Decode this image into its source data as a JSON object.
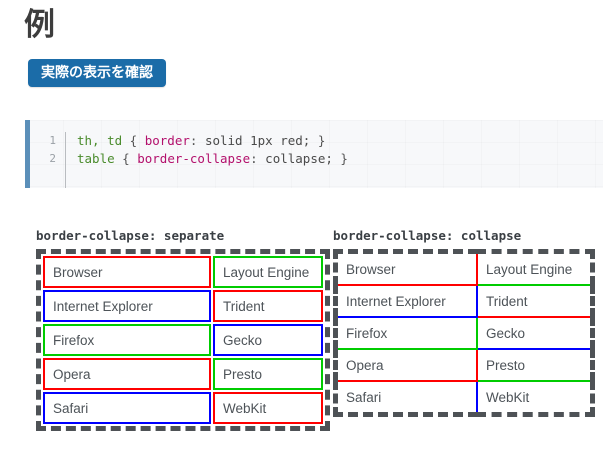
{
  "page": {
    "title": "例"
  },
  "button": {
    "label": "実際の表示を確認"
  },
  "code": {
    "language": "css",
    "line_numbers": [
      "1",
      "2"
    ],
    "lines": [
      {
        "number": "1",
        "selector": "th, td",
        "open_brace": " { ",
        "property": "border",
        "colon": ": ",
        "value": "solid 1px red;",
        "close_brace": " }",
        "full": "th, td { border: solid 1px red; }"
      },
      {
        "number": "2",
        "selector": "table",
        "open_brace": " { ",
        "property": "border-collapse",
        "colon": ": ",
        "value": "collapse;",
        "close_brace": " }",
        "full": "table { border-collapse: collapse; }"
      }
    ],
    "colors": {
      "gutter_bar": "#5b8fb9",
      "background": "#f7f8fa",
      "selector": "#4a8b2c",
      "property": "#b3106c",
      "punctuation": "#555555",
      "line_number": "#9aa0a6"
    }
  },
  "demos": [
    {
      "id": "separate",
      "caption": "border-collapse: separate",
      "table": {
        "border_style": "5px dashed #4e5256",
        "rows": [
          {
            "cells": [
              {
                "text": "Browser",
                "border_color": "red"
              },
              {
                "text": "Layout Engine",
                "border_color": "green"
              }
            ]
          },
          {
            "cells": [
              {
                "text": "Internet Explorer",
                "border_color": "blue"
              },
              {
                "text": "Trident",
                "border_color": "red"
              }
            ]
          },
          {
            "cells": [
              {
                "text": "Firefox",
                "border_color": "green"
              },
              {
                "text": "Gecko",
                "border_color": "blue"
              }
            ]
          },
          {
            "cells": [
              {
                "text": "Opera",
                "border_color": "red"
              },
              {
                "text": "Presto",
                "border_color": "green"
              }
            ]
          },
          {
            "cells": [
              {
                "text": "Safari",
                "border_color": "blue"
              },
              {
                "text": "WebKit",
                "border_color": "red"
              }
            ]
          }
        ]
      }
    },
    {
      "id": "collapse",
      "caption": "border-collapse: collapse",
      "table": {
        "border_style": "5px dashed #4e5256",
        "rows": [
          {
            "cells": [
              {
                "text": "Browser",
                "border_color": "red"
              },
              {
                "text": "Layout Engine",
                "border_color": "green"
              }
            ]
          },
          {
            "cells": [
              {
                "text": "Internet Explorer",
                "border_color": "blue"
              },
              {
                "text": "Trident",
                "border_color": "red"
              }
            ]
          },
          {
            "cells": [
              {
                "text": "Firefox",
                "border_color": "green"
              },
              {
                "text": "Gecko",
                "border_color": "blue"
              }
            ]
          },
          {
            "cells": [
              {
                "text": "Opera",
                "border_color": "red"
              },
              {
                "text": "Presto",
                "border_color": "green"
              }
            ]
          },
          {
            "cells": [
              {
                "text": "Safari",
                "border_color": "blue"
              },
              {
                "text": "WebKit",
                "border_color": "red"
              }
            ]
          }
        ]
      }
    }
  ],
  "palette": {
    "red": "#ff0000",
    "green": "#00cc00",
    "blue": "#0000ff",
    "dashed_outline": "#4e5256",
    "button_bg": "#1b6ca8",
    "button_text": "#ffffff",
    "title_text": "#3d3d3d"
  }
}
